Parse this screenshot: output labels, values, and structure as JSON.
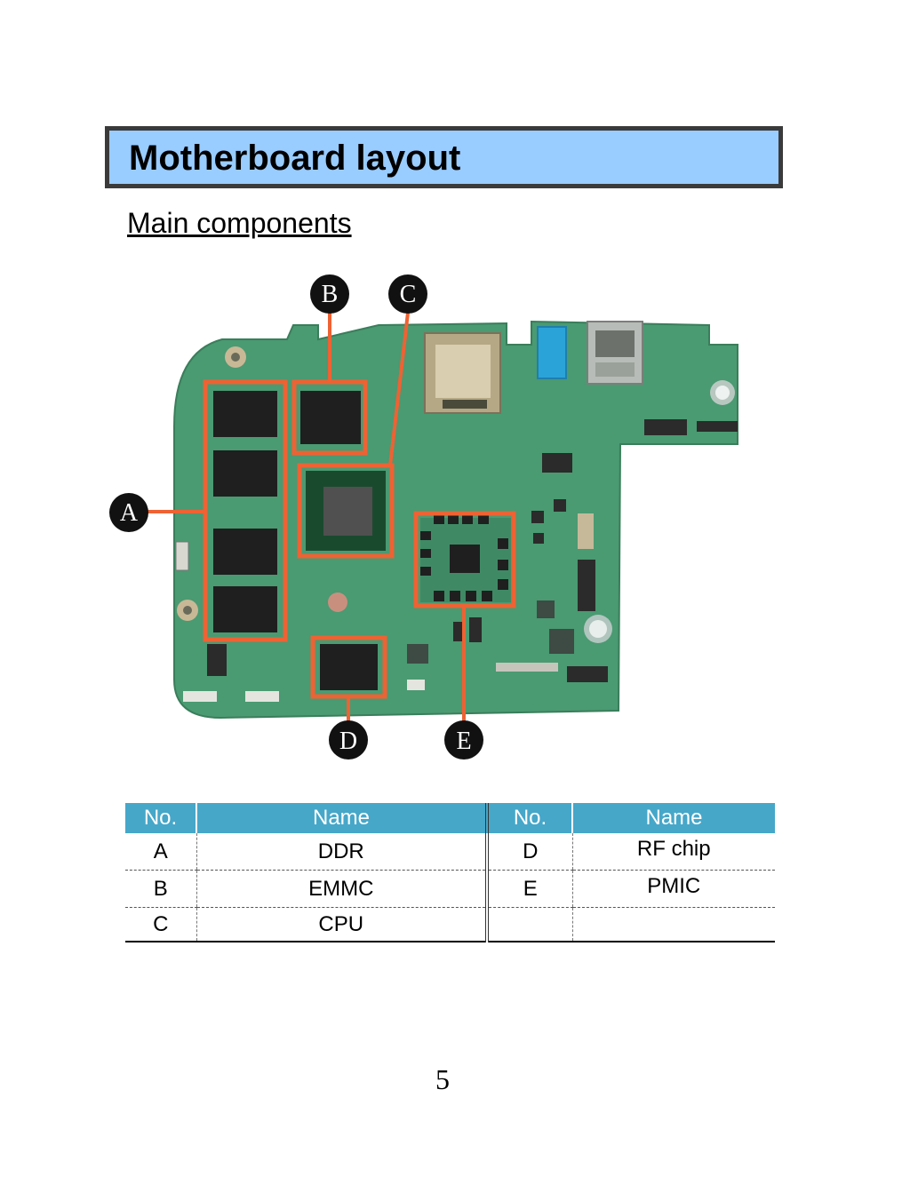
{
  "page": {
    "title": "Motherboard layout",
    "subtitle": "Main components",
    "page_number": "5"
  },
  "diagram": {
    "callouts": [
      "A",
      "B",
      "C",
      "D",
      "E"
    ],
    "colors": {
      "board": "#4a9a72",
      "board_dark": "#3d8862",
      "highlight": "#ee6233",
      "chip": "#222222",
      "callout_bg": "#111111"
    }
  },
  "table": {
    "headers": [
      "No.",
      "Name",
      "No.",
      "Name"
    ],
    "rows": [
      [
        "A",
        "DDR",
        "D",
        "RF chip"
      ],
      [
        "B",
        "EMMC",
        "E",
        "PMIC"
      ],
      [
        "C",
        "CPU",
        "",
        ""
      ]
    ],
    "header_color": "#46a7c9"
  }
}
